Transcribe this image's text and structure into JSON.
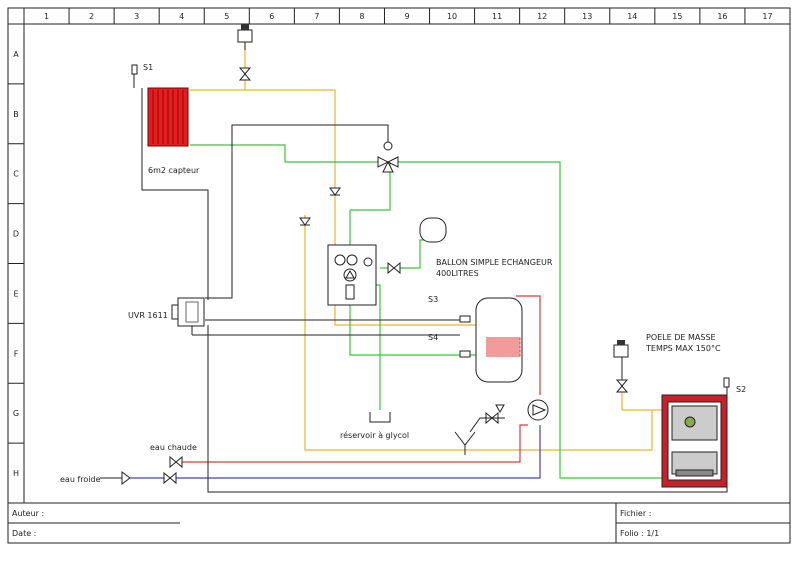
{
  "grid": {
    "columns": [
      "1",
      "2",
      "3",
      "4",
      "5",
      "6",
      "7",
      "8",
      "9",
      "10",
      "11",
      "12",
      "13",
      "14",
      "15",
      "16",
      "17"
    ],
    "rows": [
      "A",
      "B",
      "C",
      "D",
      "E",
      "F",
      "G",
      "H"
    ]
  },
  "labels": {
    "s1": "S1",
    "collector": "6m2 capteur",
    "tank": "BALLON SIMPLE ECHANGEUR",
    "tank_volume": "400LITRES",
    "s3": "S3",
    "s4": "S4",
    "controller": "UVR 1611",
    "stove": "POELE DE MASSE",
    "stove_temp": "TEMPS MAX 150°C",
    "s2": "S2",
    "glycol": "réservoir à glycol",
    "hot_water": "eau chaude",
    "cold_water": "eau froide"
  },
  "title_block": {
    "author_label": "Auteur :",
    "date_label": "Date :",
    "file_label": "Fichier :",
    "folio_label": "Folio : 1/1"
  },
  "colors": {
    "solar_line": "#f0b429",
    "glycol_line": "#37c837",
    "hot_line": "#e03a3a",
    "cold_line": "#4040d0",
    "signal_line": "#222222",
    "collector_fill": "#e41e1e",
    "stove_frame": "#c8202a"
  }
}
